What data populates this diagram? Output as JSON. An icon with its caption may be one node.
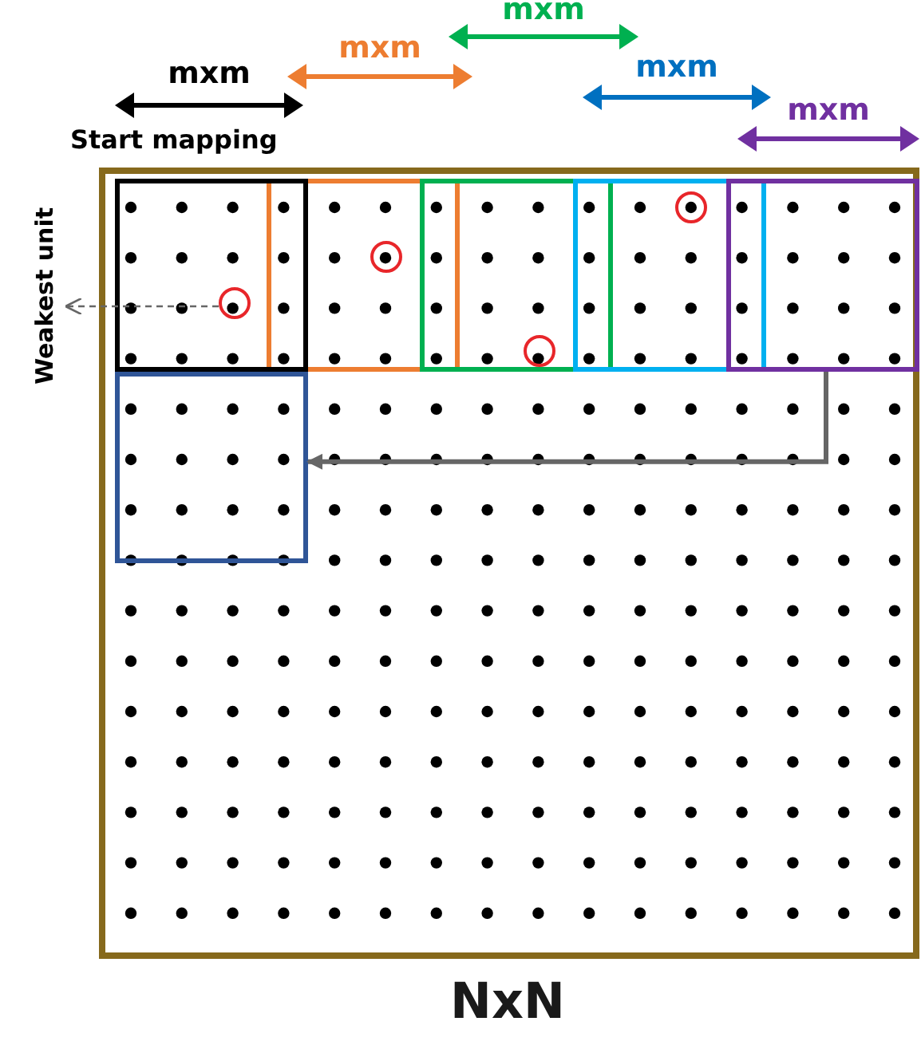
{
  "diagram": {
    "nodes": [
      {
        "text": [
          "NxN"
        ]
      },
      {
        "text": [],
        "shape": "box",
        "in": 0
      },
      {
        "text": [],
        "shape": "box",
        "in": 0
      },
      {
        "text": [],
        "shape": "box",
        "in": 0
      },
      {
        "text": [],
        "shape": "box",
        "in": 0
      },
      {
        "text": [],
        "shape": "box",
        "in": 0
      },
      {
        "text": [],
        "shape": "box",
        "in": 0
      },
      {
        "text": [
          "Weakest unit"
        ]
      },
      {
        "text": [],
        "shape": "circle",
        "in": 1
      },
      {
        "text": [],
        "shape": "circle",
        "in": 2
      },
      {
        "text": [],
        "shape": "circle",
        "in": 3
      },
      {
        "text": [],
        "shape": "circle",
        "in": 4
      }
    ],
    "edges": [
      {
        "from": 8,
        "to": 7,
        "arrow": "to",
        "style": "dashed"
      },
      {
        "from": 5,
        "to": 6,
        "arrow": "to",
        "style": "thick"
      }
    ],
    "labels": [
      "mxm",
      "mxm",
      "mxm",
      "mxm",
      "mxm",
      "Start mapping"
    ]
  }
}
